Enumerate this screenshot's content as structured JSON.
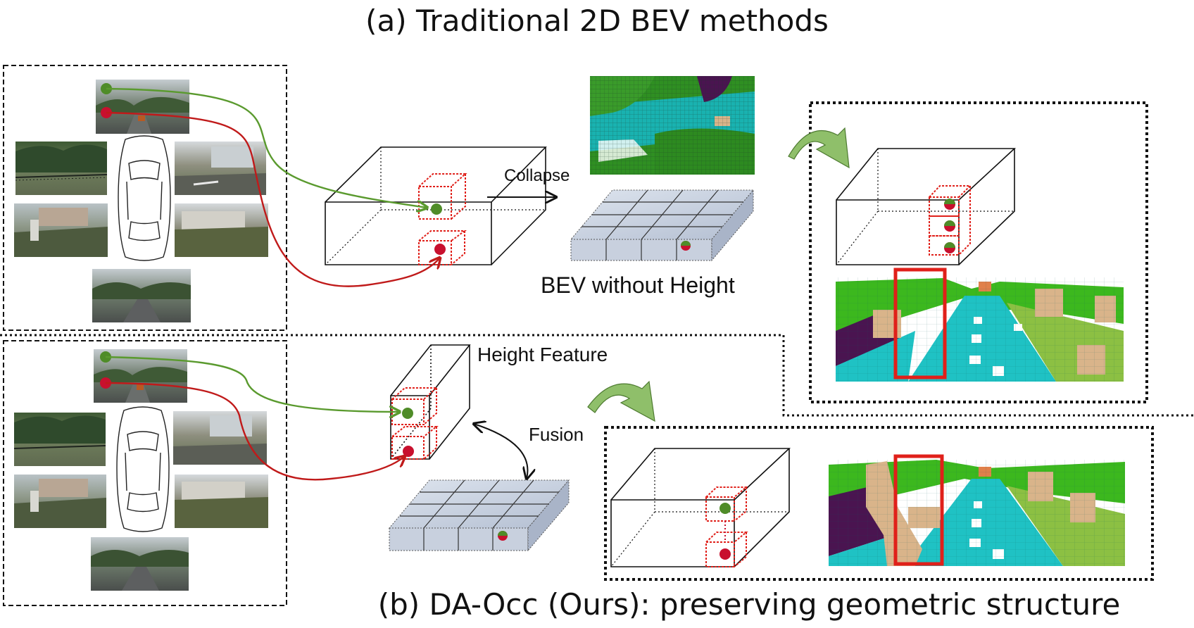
{
  "title_top": "(a) Traditional 2D BEV methods",
  "title_bottom": "(b) DA-Occ (Ours): preserving geometric structure",
  "labels": {
    "collapse": "Collapse",
    "bev_without_height": "BEV without Height",
    "height_feature": "Height Feature",
    "fusion": "Fusion"
  },
  "colors": {
    "green_ray": "#5a9a2e",
    "red_ray": "#c01a1a",
    "highlight_box": "#e0201a",
    "voxel_cyan": "#1fc2c4",
    "voxel_green": "#3cb81e",
    "voxel_olive": "#8cc043",
    "voxel_tan": "#d9b48a",
    "voxel_purple": "#4a1450",
    "arrow_green": "#7cae57"
  }
}
